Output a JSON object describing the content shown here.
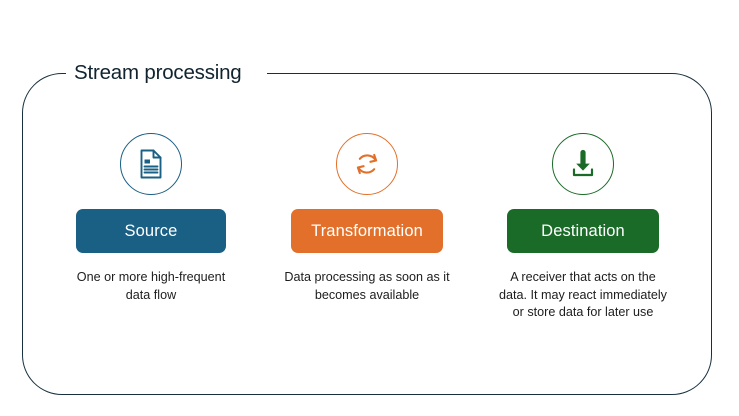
{
  "slide": {
    "background_color": "#ffffff",
    "frame": {
      "title": "Stream processing",
      "border_color": "#17303f"
    }
  },
  "colors": {
    "source": "#1a5f84",
    "transformation": "#e2702a",
    "destination": "#1b6b28",
    "text": "#1d1d1d",
    "title": "#10232e"
  },
  "stages": [
    {
      "id": "source",
      "icon": "document-icon",
      "label": "Source",
      "description": "One or more high-frequent data flow",
      "color": "#1a5f84"
    },
    {
      "id": "transformation",
      "icon": "refresh-cycle-icon",
      "label": "Transformation",
      "description": "Data processing as soon as it becomes available",
      "color": "#e2702a"
    },
    {
      "id": "destination",
      "icon": "download-icon",
      "label": "Destination",
      "description": "A receiver that acts on the data. It may react immediately or store data for later use",
      "color": "#1b6b28"
    }
  ]
}
